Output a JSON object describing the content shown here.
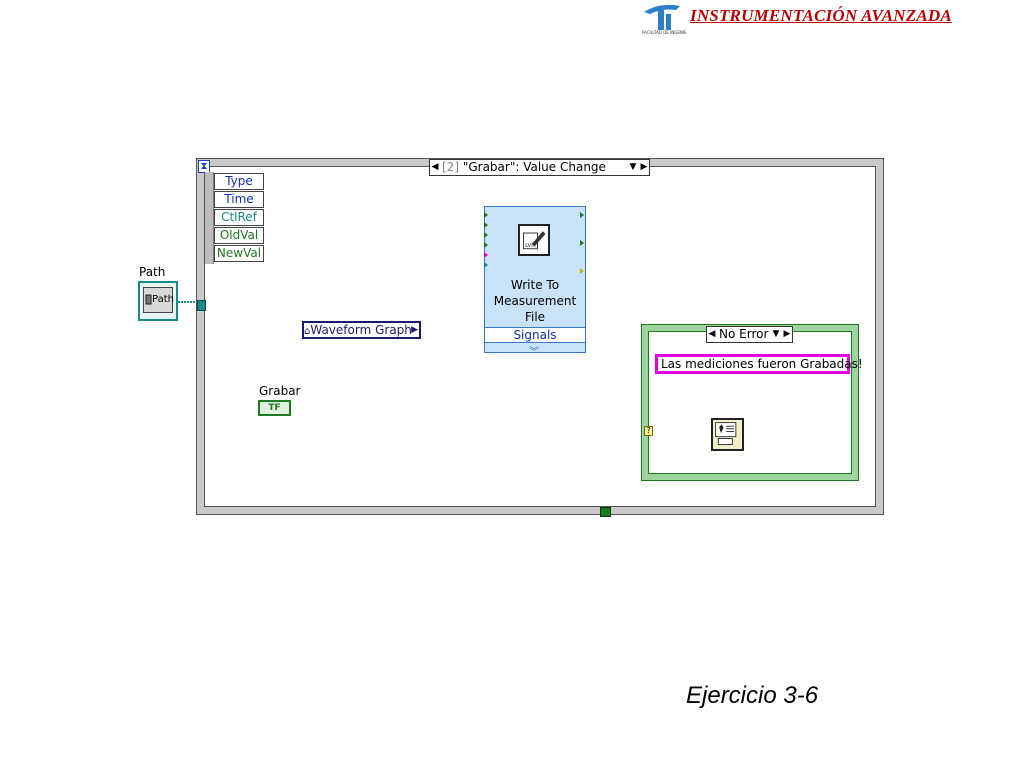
{
  "header": {
    "title": "INSTRUMENTACIÓN AVANZADA",
    "logo_icon": "faculty-logo-icon",
    "brand_color": "#c00000"
  },
  "event_structure": {
    "selector": {
      "index": "[2]",
      "label": "\"Grabar\": Value Change"
    },
    "event_data": [
      "Type",
      "Time",
      "CtlRef",
      "OldVal",
      "NewVal"
    ]
  },
  "controls": {
    "path": {
      "label": "Path",
      "terminal_text": "Path"
    },
    "grabar": {
      "label": "Grabar",
      "terminal_text": "TF"
    }
  },
  "waveform_ref": {
    "label": "Waveform Graph"
  },
  "express_vi": {
    "title": "Write To\nMeasurement\nFile",
    "input_label": "Signals",
    "icon": "write-measurement-file-icon"
  },
  "case_structure": {
    "selector": "No Error",
    "message": "Las mediciones fueron Grabadas!",
    "dialog_icon": "one-button-dialog-icon"
  },
  "footer": {
    "caption": "Ejercicio  3-6"
  },
  "colors": {
    "path_wire": "#1a8a8a",
    "refnum_wire": "#1a1a70",
    "error_wire": "#d0c000",
    "string_wire": "#e000e0",
    "case_border": "#9fd49f",
    "express_vi_bg": "#c8e2f8"
  }
}
